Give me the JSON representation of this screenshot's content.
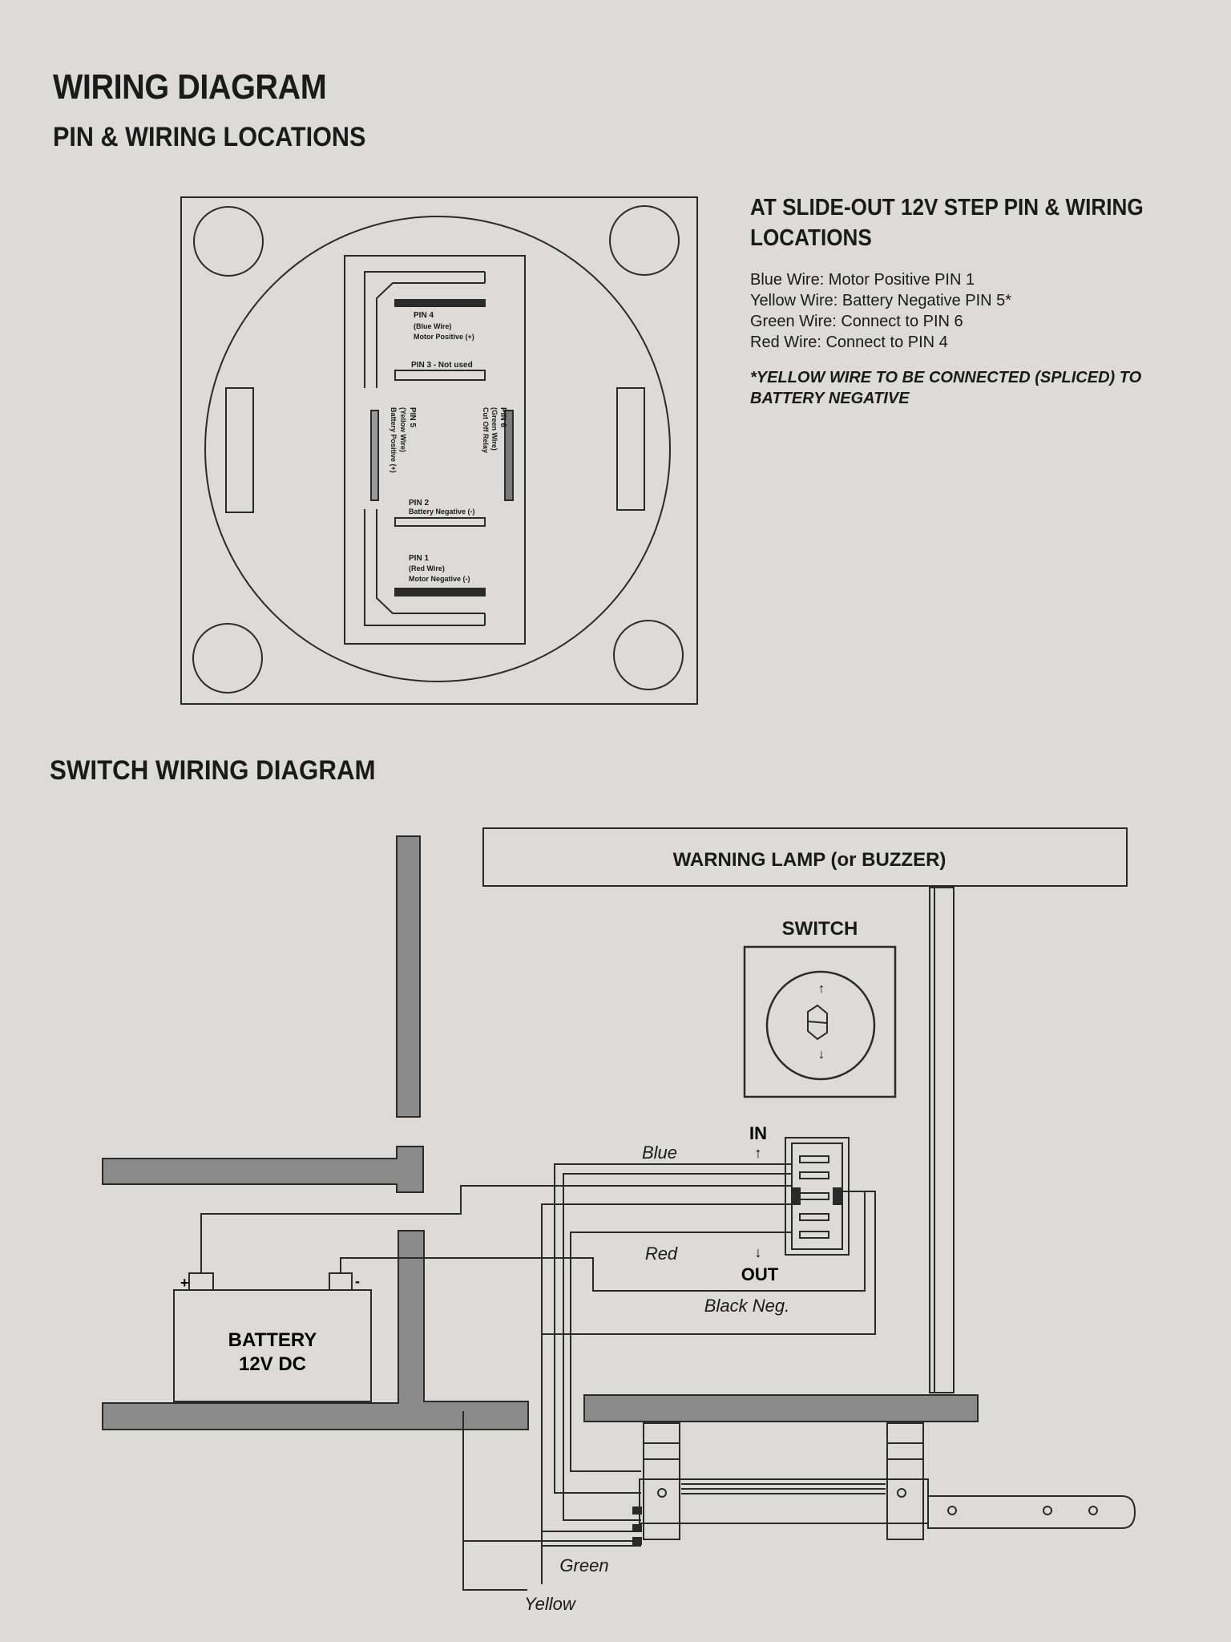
{
  "header": {
    "title": "WIRING DIAGRAM",
    "subtitle": "PIN & WIRING LOCATIONS"
  },
  "pin_panel": {
    "pin4": {
      "title": "PIN 4",
      "wire": "(Blue Wire)",
      "desc": "Motor Positive (+)"
    },
    "pin3": {
      "title": "PIN 3 - Not used"
    },
    "pin5": {
      "title": "PIN 5",
      "wire": "(Yellow Wire)",
      "desc": "Battery Positive (+)"
    },
    "pin6": {
      "title": "PIN 6",
      "wire": "(Green Wire)",
      "desc": "Cut Off Relay"
    },
    "pin2": {
      "title": "PIN 2",
      "desc": "Battery Negative (-)"
    },
    "pin1": {
      "title": "PIN 1",
      "wire": "(Red Wire)",
      "desc": "Motor Negative (-)"
    }
  },
  "info": {
    "heading": "AT SLIDE-OUT 12V STEP PIN & WIRING LOCATIONS",
    "lines": [
      "Blue Wire: Motor Positive PIN 1",
      "Yellow Wire: Battery Negative PIN 5*",
      "Green Wire: Connect to PIN 6",
      "Red Wire: Connect to PIN 4"
    ],
    "note": "*YELLOW WIRE TO BE CONNECTED (SPLICED) TO BATTERY NEGATIVE"
  },
  "switch_section": {
    "title": "SWITCH WIRING DIAGRAM",
    "warning_lamp": "WARNING LAMP (or BUZZER)",
    "switch_label": "SWITCH",
    "in_label": "IN",
    "out_label": "OUT",
    "battery_line1": "BATTERY",
    "battery_line2": "12V DC",
    "plus": "+",
    "minus": "-",
    "arrow_up": "↑",
    "arrow_down": "↓",
    "wires": {
      "blue": "Blue",
      "red": "Red",
      "black_neg": "Black Neg.",
      "green": "Green",
      "yellow": "Yellow"
    }
  },
  "colors": {
    "background": "#dcdbd8",
    "line": "#2a2a2a",
    "bar_fill": "#8a8a8a"
  }
}
